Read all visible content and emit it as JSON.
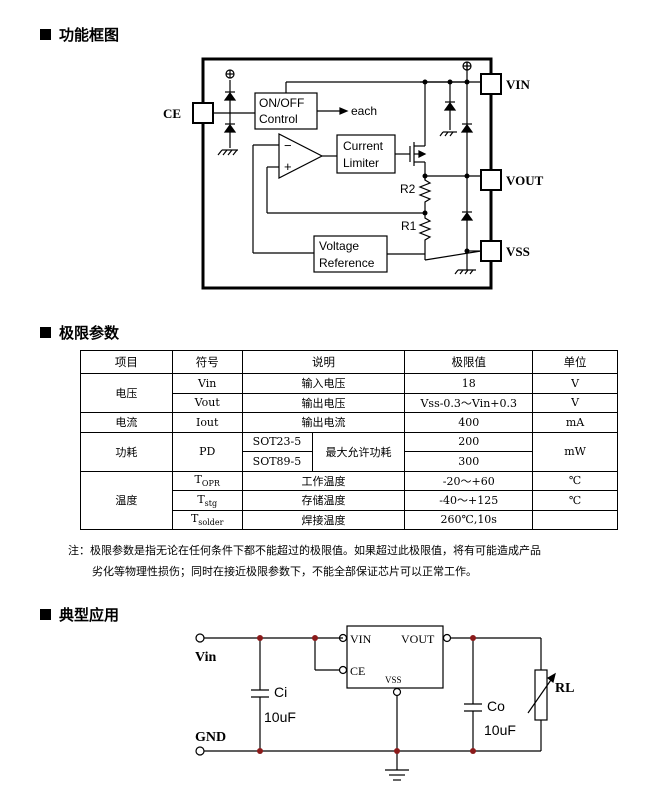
{
  "sections": {
    "block_diagram_title": "功能框图",
    "abs_max_title": "极限参数",
    "typical_app_title": "典型应用"
  },
  "block_diagram": {
    "pin_ce": "CE",
    "pin_vin": "VIN",
    "pin_vout": "VOUT",
    "pin_vss": "VSS",
    "onoff_line1": "ON/OFF",
    "onoff_line2": "Control",
    "each": "each",
    "limiter_line1": "Current",
    "limiter_line2": "Limiter",
    "ref_line1": "Voltage",
    "ref_line2": "Reference",
    "r2": "R2",
    "r1": "R1",
    "amp_minus": "−",
    "amp_plus": "+"
  },
  "table": {
    "headers": [
      "项目",
      "符号",
      "说明",
      "极限值",
      "单位"
    ],
    "voltage": {
      "item": "电压",
      "rows": [
        {
          "symbol": "Vin",
          "desc": "输入电压",
          "value": "18",
          "unit": "V"
        },
        {
          "symbol": "Vout",
          "desc": "输出电压",
          "value": "Vss-0.3～Vin+0.3",
          "unit": "V"
        }
      ]
    },
    "current": {
      "item": "电流",
      "symbol": "Iout",
      "desc": "输出电流",
      "value": "400",
      "unit": "mA"
    },
    "power": {
      "item": "功耗",
      "symbol": "PD",
      "desc": "最大允许功耗",
      "unit": "mW",
      "rows": [
        {
          "package": "SOT23-5",
          "value": "200"
        },
        {
          "package": "SOT89-5",
          "value": "300"
        }
      ]
    },
    "temperature": {
      "item": "温度",
      "rows": [
        {
          "symbol_main": "T",
          "symbol_sub": "OPR",
          "desc": "工作温度",
          "value": "-20～+60",
          "unit": "℃"
        },
        {
          "symbol_main": "T",
          "symbol_sub": "stg",
          "desc": "存储温度",
          "value": "-40～+125",
          "unit": "℃"
        },
        {
          "symbol_main": "T",
          "symbol_sub": "solder",
          "desc": "焊接温度",
          "value": "260℃,10s",
          "unit": ""
        }
      ]
    }
  },
  "note": {
    "line1": "注：极限参数是指无论在任何条件下都不能超过的极限值。如果超过此极限值，将有可能造成产品",
    "line2": "劣化等物理性损伤；同时在接近极限参数下，不能全部保证芯片可以正常工作。"
  },
  "application": {
    "vin": "Vin",
    "gnd": "GND",
    "ic_vin": "VIN",
    "ic_vout": "VOUT",
    "ic_ce": "CE",
    "ic_vss": "VSS",
    "ci": "Ci",
    "ci_value": "10uF",
    "co": "Co",
    "co_value": "10uF",
    "rl": "RL"
  },
  "colors": {
    "junction": "#8b1a1a",
    "line": "#000000"
  }
}
